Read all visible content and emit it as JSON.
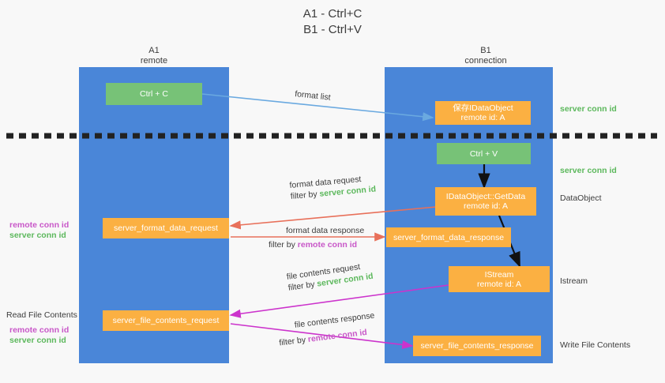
{
  "title": {
    "line1": "A1 - Ctrl+C",
    "line2": "B1 - Ctrl+V"
  },
  "colors": {
    "lane": "#4a86d8",
    "box_orange": "#fbb042",
    "box_green": "#77c277",
    "server_conn_id": "#5cb85c",
    "remote_conn_id": "#c857c8",
    "divider": "#222222",
    "background": "#f8f8f8",
    "arrow_blue": "#6aa9e0",
    "arrow_red": "#e8705a",
    "arrow_magenta": "#cc33cc",
    "arrow_black": "#111111"
  },
  "lanes": [
    {
      "id": "a1",
      "name": "A1",
      "subtitle": "remote"
    },
    {
      "id": "b1",
      "name": "B1",
      "subtitle": "connection"
    }
  ],
  "boxes": {
    "ctrl_c": {
      "label": "Ctrl + C",
      "style": "green"
    },
    "save_idataobject": {
      "line1": "保存IDataObject",
      "line2": "remote id: A",
      "style": "orange"
    },
    "ctrl_v": {
      "label": "Ctrl + V",
      "style": "green"
    },
    "getdata": {
      "line1": "IDataObject::GetData",
      "line2": "remote id: A",
      "style": "orange"
    },
    "format_data_request": {
      "label": "server_format_data_request",
      "style": "orange"
    },
    "format_data_response": {
      "label": "server_format_data_response",
      "style": "orange"
    },
    "istream": {
      "line1": "IStream",
      "line2": "remote id: A",
      "style": "orange"
    },
    "file_contents_request": {
      "label": "server_file_contents_request",
      "style": "orange"
    },
    "file_contents_response": {
      "label": "server_file_contents_response",
      "style": "orange"
    }
  },
  "right_labels": {
    "server_conn_id_top": "server conn id",
    "server_conn_id_mid": "server conn id",
    "dataobject": "DataObject",
    "istream": "Istream",
    "write_file_contents": "Write File Contents"
  },
  "left_labels": {
    "remote_conn_id_1": "remote conn id",
    "server_conn_id_1": "server conn id",
    "read_file_contents": "Read File Contents",
    "remote_conn_id_2": "remote conn id",
    "server_conn_id_2": "server conn id"
  },
  "arrow_labels": {
    "format_list": "format list",
    "format_data_request": "format data request",
    "format_data_request_filter_prefix": "filter by ",
    "format_data_request_filter_value": "server conn id",
    "format_data_response": "format data response",
    "format_data_response_filter_prefix": "filter by ",
    "format_data_response_filter_value": "remote conn id",
    "file_contents_request": "file contents request",
    "file_contents_request_filter_prefix": "filter by ",
    "file_contents_request_filter_value": "server conn id",
    "file_contents_response": "file contents response",
    "file_contents_response_filter_prefix": "filter by ",
    "file_contents_response_filter_value": "remote conn id"
  }
}
